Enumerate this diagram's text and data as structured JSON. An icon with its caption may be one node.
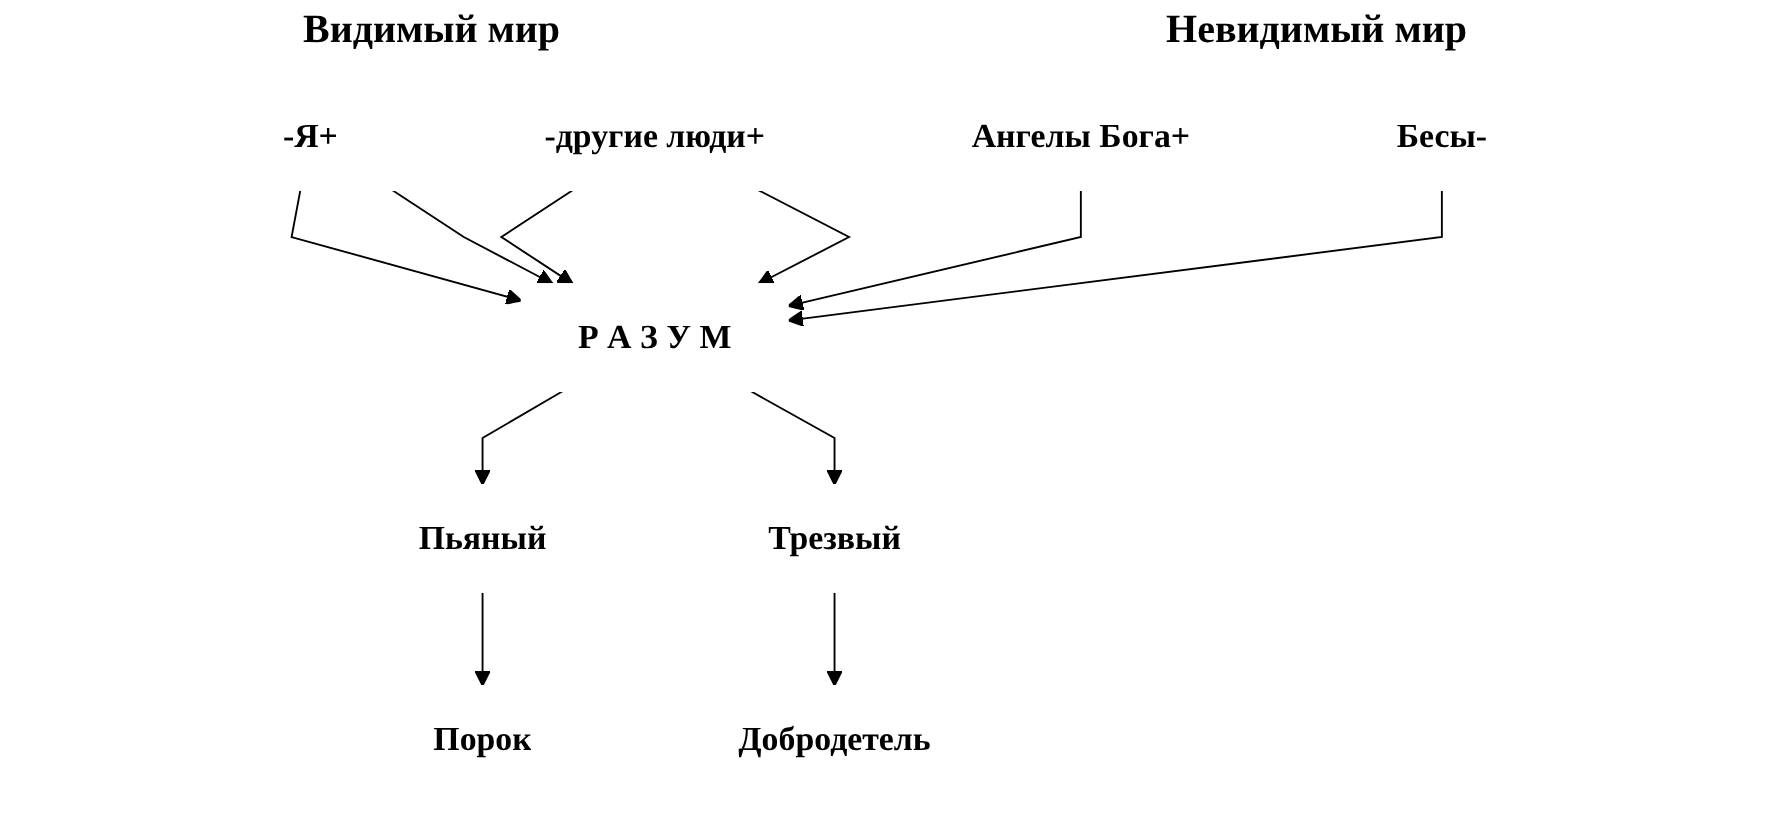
{
  "diagram": {
    "nodes": [
      {
        "text": [
          "-Я+"
        ]
      },
      {
        "text": [
          "-другие люди+"
        ]
      },
      {
        "text": [
          "Ангелы Бога+"
        ]
      },
      {
        "text": [
          "Бесы-"
        ]
      },
      {
        "text": [
          "Р А З У М"
        ]
      },
      {
        "text": [
          "Пьяный"
        ]
      },
      {
        "text": [
          "Трезвый"
        ]
      },
      {
        "text": [
          "Порок"
        ]
      },
      {
        "text": [
          "Добродетель"
        ]
      }
    ],
    "edges": [
      {
        "from": 0,
        "to": 4,
        "arrow": "to"
      },
      {
        "from": 0,
        "to": 4,
        "arrow": "to"
      },
      {
        "from": 1,
        "to": 4,
        "arrow": "to"
      },
      {
        "from": 1,
        "to": 4,
        "arrow": "to"
      },
      {
        "from": 2,
        "to": 4,
        "arrow": "to"
      },
      {
        "from": 3,
        "to": 4,
        "arrow": "to"
      },
      {
        "from": 4,
        "to": 5,
        "arrow": "to"
      },
      {
        "from": 4,
        "to": 6,
        "arrow": "to"
      },
      {
        "from": 5,
        "to": 7,
        "arrow": "to"
      },
      {
        "from": 6,
        "to": 8,
        "arrow": "to"
      }
    ],
    "labels": [
      "Видимый мир",
      "Невидимый мир"
    ]
  }
}
